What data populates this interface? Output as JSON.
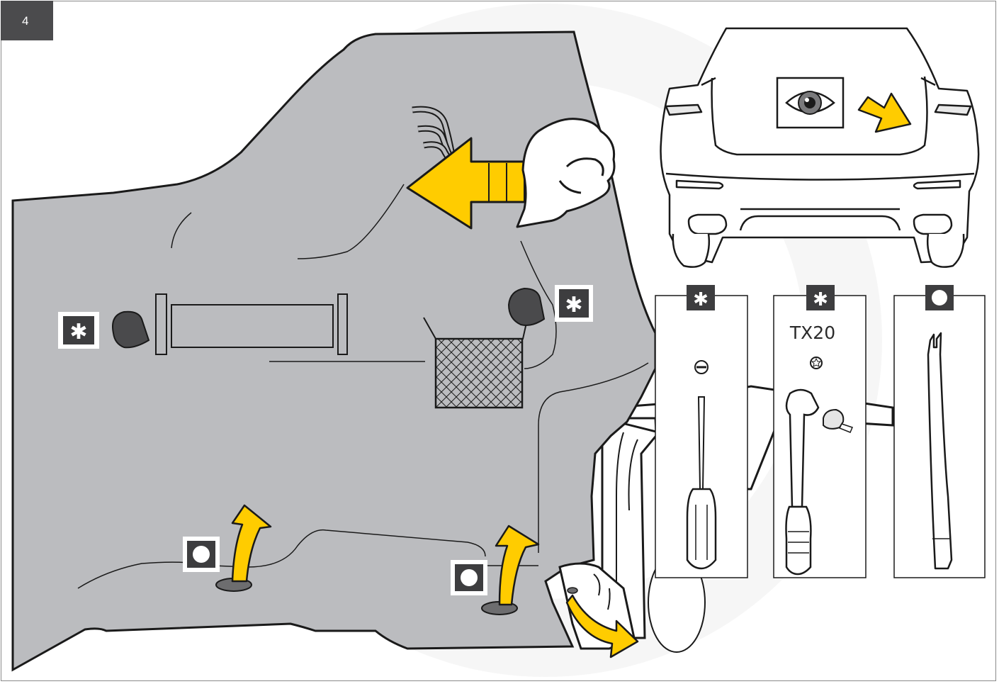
{
  "step": {
    "number": "4"
  },
  "legend_markers": {
    "star": "✱"
  },
  "tools": [
    {
      "marker": "star",
      "label": "",
      "tool": "flat-screwdriver"
    },
    {
      "marker": "star",
      "label": "TX20",
      "tool": "torx-ratchet"
    },
    {
      "marker": "circle",
      "label": "",
      "tool": "trim-removal-tool"
    }
  ],
  "colors": {
    "panel": "#bbbcbf",
    "arrow": "#ffcc00",
    "marker_bg": "#3d3d3f",
    "outline": "#1a1a1a"
  }
}
